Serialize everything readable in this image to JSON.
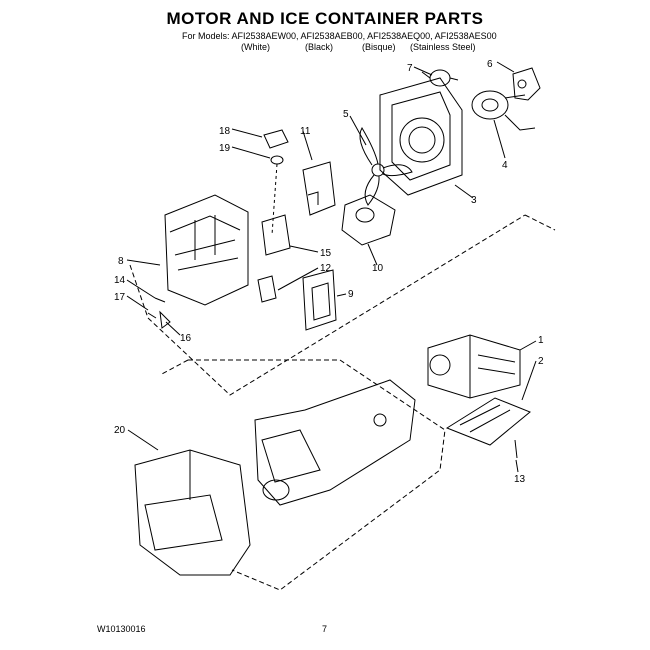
{
  "title": "MOTOR AND ICE CONTAINER PARTS",
  "models_line": "For Models: AFI2538AEW00, AFI2538AEB00, AFI2538AEQ00, AFI2538AES00",
  "colors": [
    "(White)",
    "(Black)",
    "(Bisque)",
    "(Stainless Steel)"
  ],
  "callouts": [
    "7",
    "6",
    "18",
    "11",
    "5",
    "19",
    "4",
    "3",
    "8",
    "15",
    "14",
    "12",
    "10",
    "17",
    "16",
    "9",
    "1",
    "2",
    "20",
    "13"
  ],
  "footer": {
    "doc_number": "W10130016",
    "page": "7"
  }
}
